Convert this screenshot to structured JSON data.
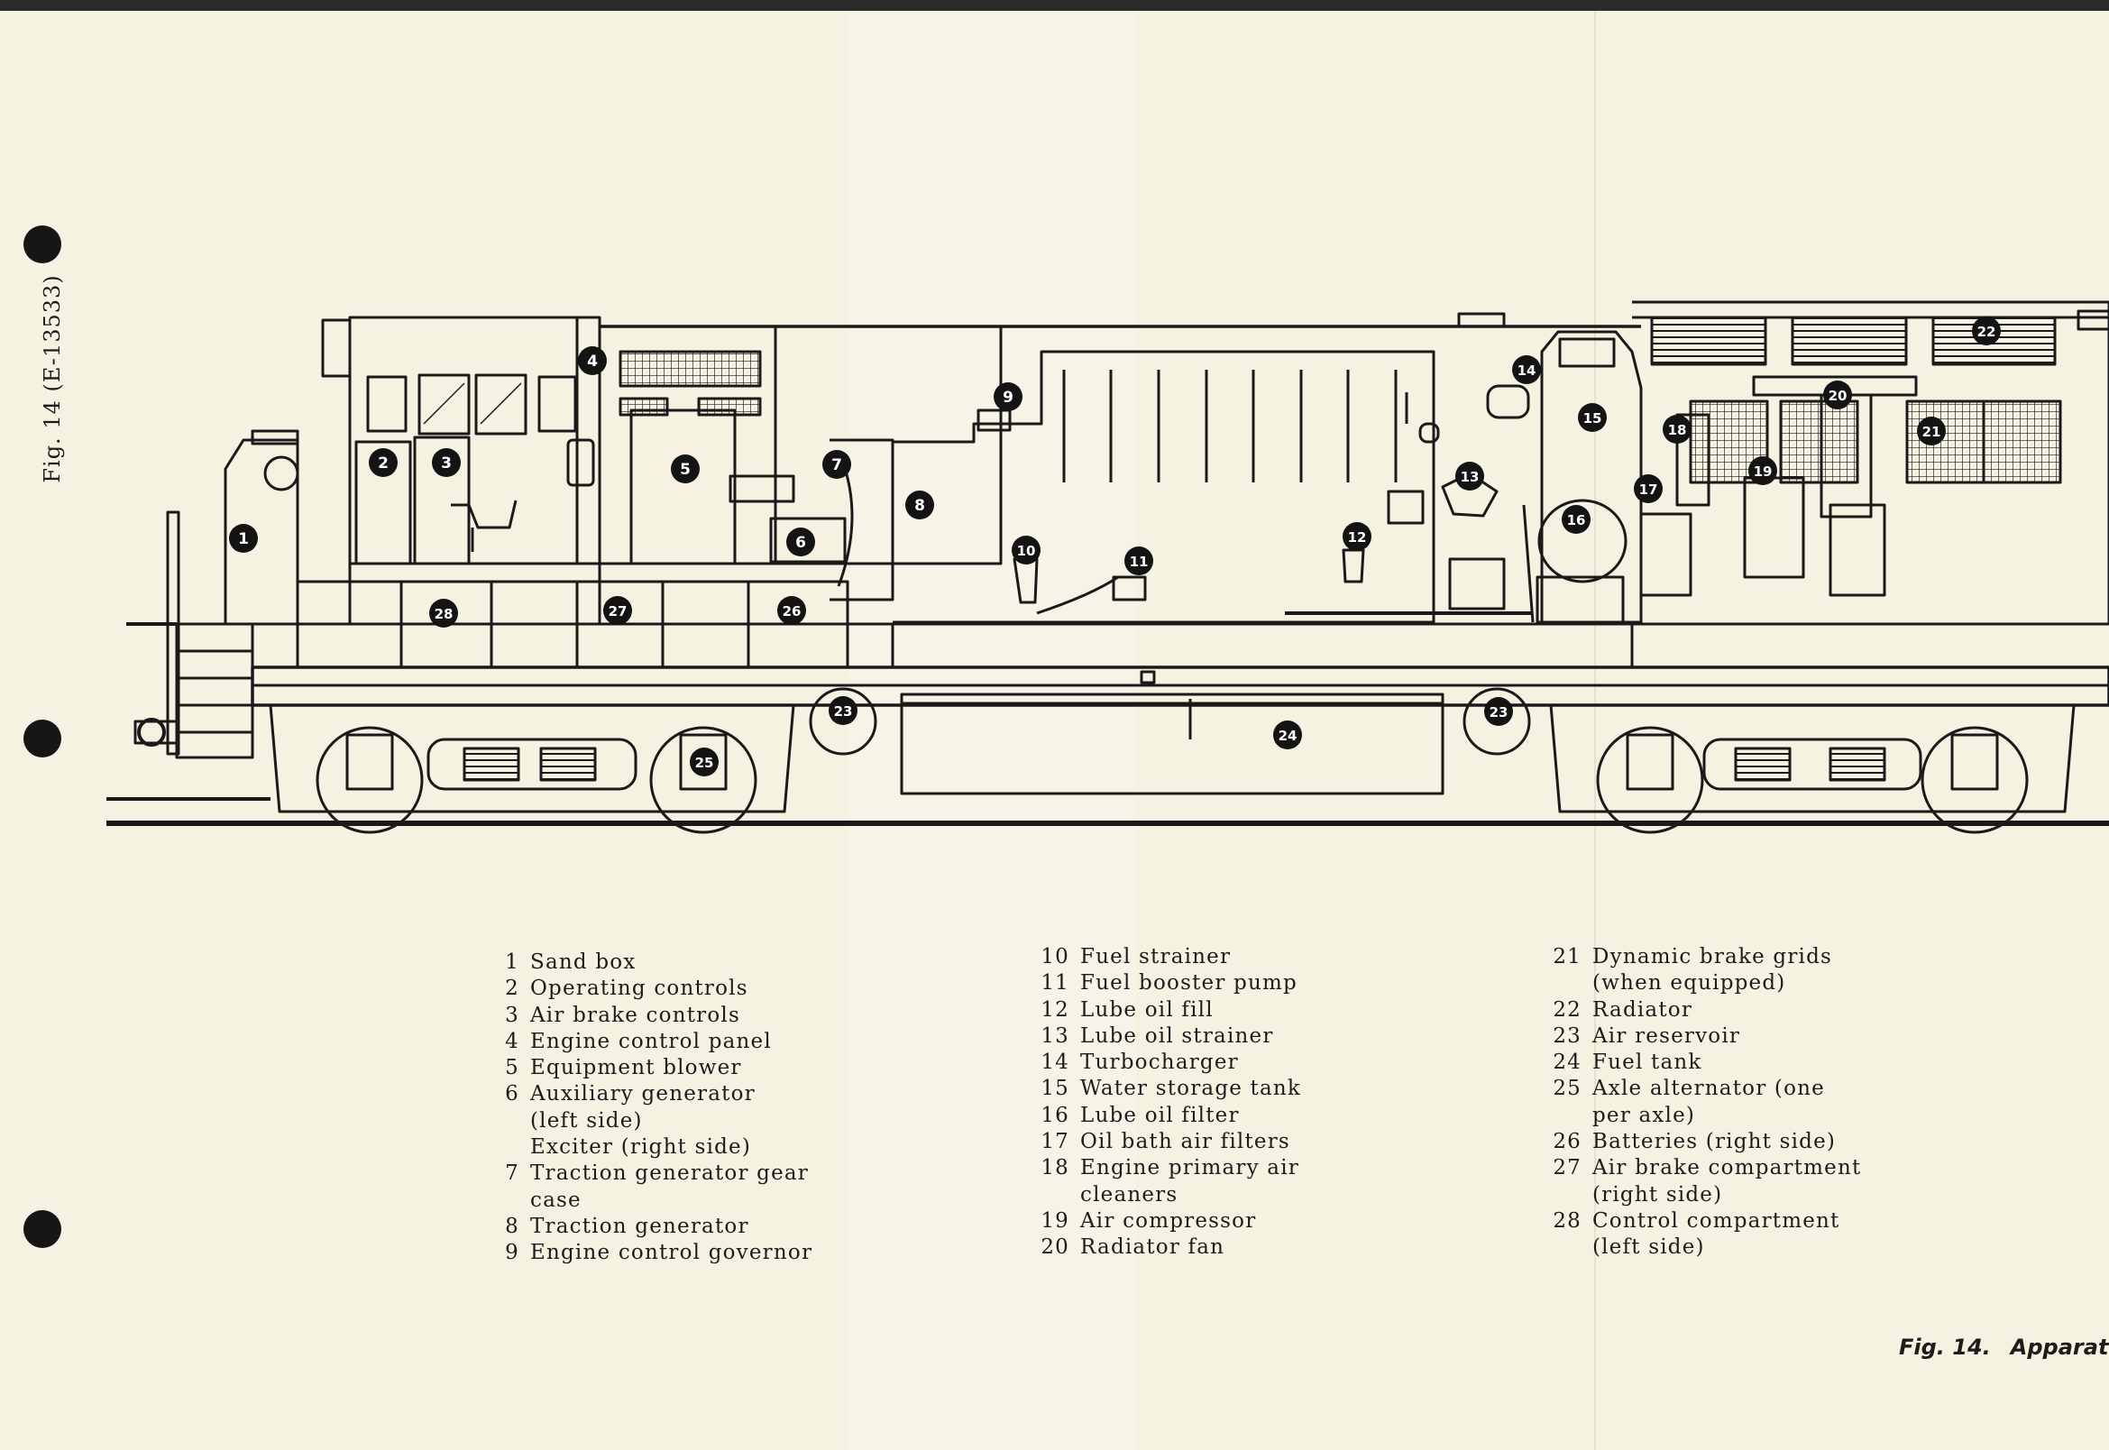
{
  "side_caption": "Fig. 14  (E-13533)",
  "figure_caption": {
    "label": "Fig. 14.",
    "title": "Apparatu"
  },
  "legend": {
    "col1": [
      {
        "num": "1",
        "lines": [
          "Sand box"
        ]
      },
      {
        "num": "2",
        "lines": [
          "Operating controls"
        ]
      },
      {
        "num": "3",
        "lines": [
          "Air brake controls"
        ]
      },
      {
        "num": "4",
        "lines": [
          "Engine control panel"
        ]
      },
      {
        "num": "5",
        "lines": [
          "Equipment blower"
        ]
      },
      {
        "num": "6",
        "lines": [
          "Auxiliary generator",
          "(left side)",
          "Exciter (right side)"
        ]
      },
      {
        "num": "7",
        "lines": [
          "Traction generator gear",
          "case"
        ]
      },
      {
        "num": "8",
        "lines": [
          "Traction generator"
        ]
      },
      {
        "num": "9",
        "lines": [
          "Engine control governor"
        ]
      }
    ],
    "col2": [
      {
        "num": "10",
        "lines": [
          "Fuel strainer"
        ]
      },
      {
        "num": "11",
        "lines": [
          "Fuel booster pump"
        ]
      },
      {
        "num": "12",
        "lines": [
          "Lube oil fill"
        ]
      },
      {
        "num": "13",
        "lines": [
          "Lube oil strainer"
        ]
      },
      {
        "num": "14",
        "lines": [
          "Turbocharger"
        ]
      },
      {
        "num": "15",
        "lines": [
          "Water storage tank"
        ]
      },
      {
        "num": "16",
        "lines": [
          "Lube oil filter"
        ]
      },
      {
        "num": "17",
        "lines": [
          "Oil bath air filters"
        ]
      },
      {
        "num": "18",
        "lines": [
          "Engine primary air",
          "cleaners"
        ]
      },
      {
        "num": "19",
        "lines": [
          "Air compressor"
        ]
      },
      {
        "num": "20",
        "lines": [
          "Radiator fan"
        ]
      }
    ],
    "col3": [
      {
        "num": "21",
        "lines": [
          "Dynamic brake grids",
          "(when equipped)"
        ]
      },
      {
        "num": "22",
        "lines": [
          "Radiator"
        ]
      },
      {
        "num": "23",
        "lines": [
          "Air reservoir"
        ]
      },
      {
        "num": "24",
        "lines": [
          "Fuel tank"
        ]
      },
      {
        "num": "25",
        "lines": [
          "Axle alternator (one",
          "per axle)"
        ]
      },
      {
        "num": "26",
        "lines": [
          "Batteries (right side)"
        ]
      },
      {
        "num": "27",
        "lines": [
          "Air brake compartment",
          "(right side)"
        ]
      },
      {
        "num": "28",
        "lines": [
          "Control compartment",
          "(left side)"
        ]
      }
    ]
  },
  "callouts": [
    "1",
    "2",
    "3",
    "4",
    "5",
    "6",
    "7",
    "8",
    "9",
    "10",
    "11",
    "12",
    "13",
    "14",
    "15",
    "16",
    "17",
    "18",
    "19",
    "20",
    "21",
    "22",
    "23",
    "23",
    "24",
    "25",
    "26",
    "27",
    "28"
  ]
}
